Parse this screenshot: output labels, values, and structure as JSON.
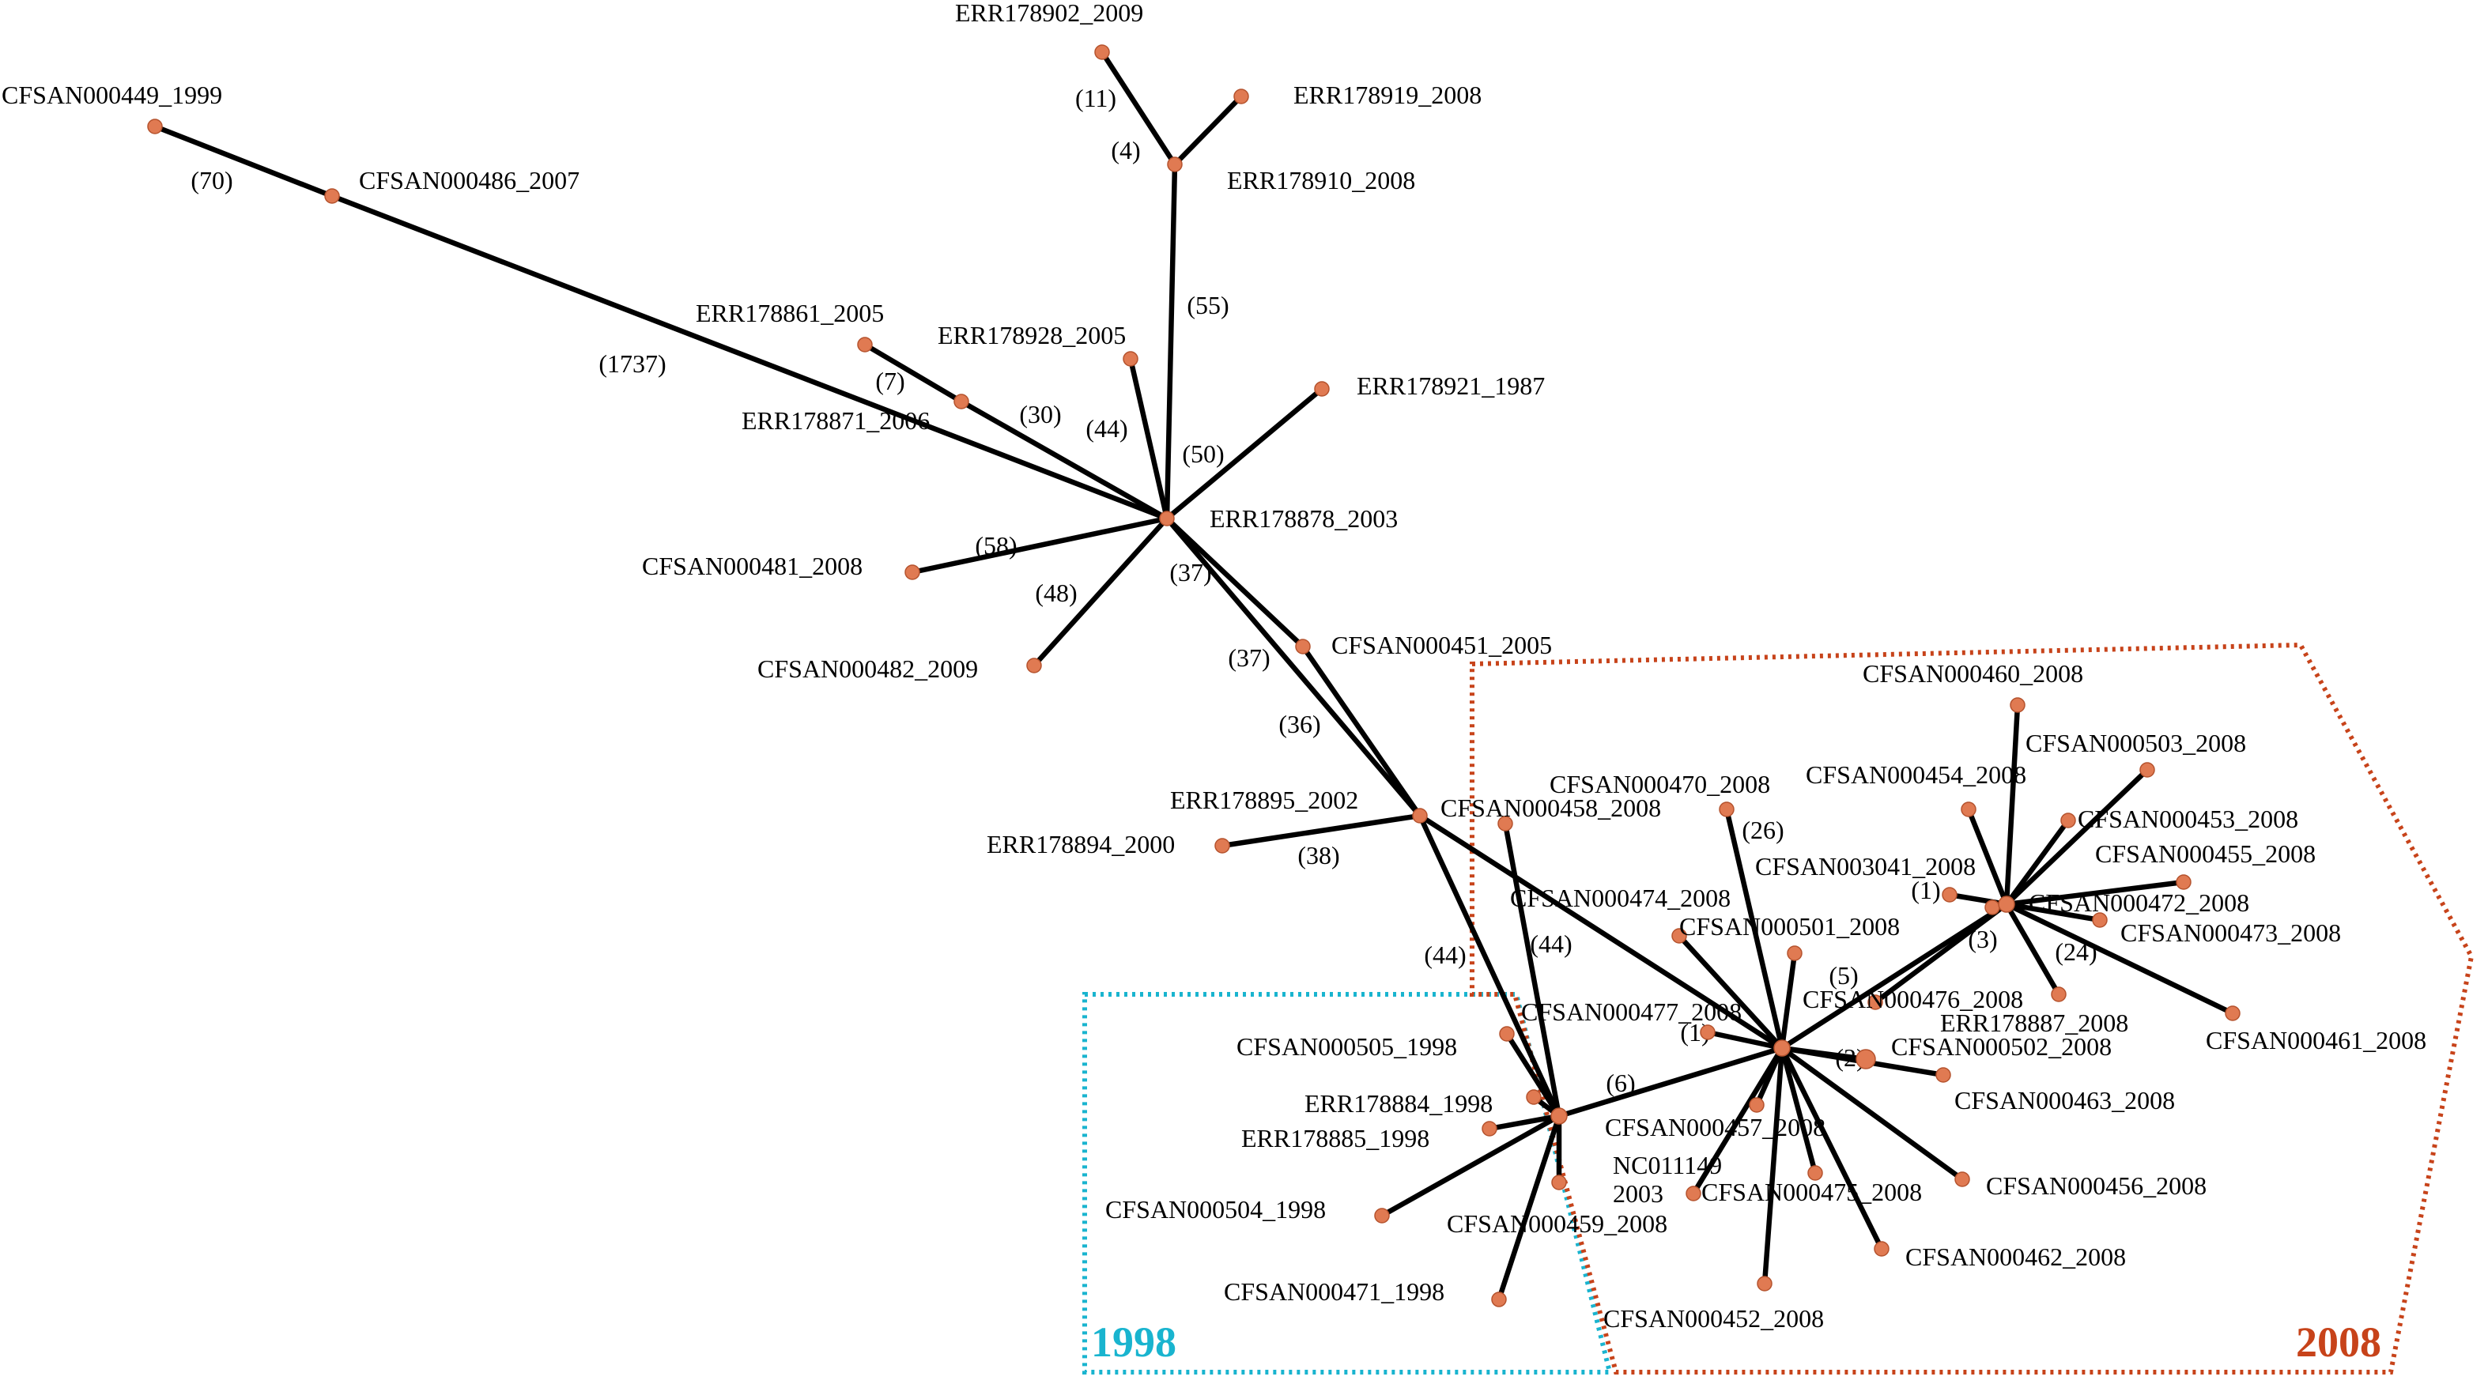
{
  "colors": {
    "node_fill": "#e07a52",
    "edge": "#000000",
    "region_1998": "#19b4cf",
    "region_2008": "#c7431a"
  },
  "regions": [
    {
      "id": "r1998",
      "label": "1998",
      "color": "#19b4cf"
    },
    {
      "id": "r2008",
      "label": "2008",
      "color": "#c7431a"
    }
  ],
  "nodes": {
    "n449": {
      "label": "CFSAN000449_1999"
    },
    "n486": {
      "label": "CFSAN000486_2007"
    },
    "n902": {
      "label": "ERR178902_2009"
    },
    "n919": {
      "label": "ERR178919_2008"
    },
    "n910": {
      "label": "ERR178910_2008"
    },
    "n861": {
      "label": "ERR178861_2005"
    },
    "n871": {
      "label": "ERR178871_2006"
    },
    "n928": {
      "label": "ERR178928_2005"
    },
    "n921": {
      "label": "ERR178921_1987"
    },
    "n878": {
      "label": "ERR178878_2003"
    },
    "n481": {
      "label": "CFSAN000481_2008"
    },
    "n482": {
      "label": "CFSAN000482_2009"
    },
    "n451": {
      "label": "CFSAN000451_2005"
    },
    "n895": {
      "label": "ERR178895_2002"
    },
    "n894": {
      "label": "ERR178894_2000"
    },
    "n458": {
      "label": "CFSAN000458_2008"
    },
    "n470": {
      "label": "CFSAN000470_2008"
    },
    "n454": {
      "label": "CFSAN000454_2008"
    },
    "n460": {
      "label": "CFSAN000460_2008"
    },
    "n503": {
      "label": "CFSAN000503_2008"
    },
    "n453": {
      "label": "CFSAN000453_2008"
    },
    "n455": {
      "label": "CFSAN000455_2008"
    },
    "n3041": {
      "label": "CFSAN003041_2008"
    },
    "n472": {
      "label": "CFSAN000472_2008"
    },
    "n473": {
      "label": "CFSAN000473_2008"
    },
    "n474": {
      "label": "CFSAN000474_2008"
    },
    "n501": {
      "label": "CFSAN000501_2008"
    },
    "n476": {
      "label": "CFSAN000476_2008"
    },
    "n887": {
      "label": "ERR178887_2008"
    },
    "n461": {
      "label": "CFSAN000461_2008"
    },
    "n477": {
      "label": "CFSAN000477_2008"
    },
    "n502": {
      "label": "CFSAN000502_2008"
    },
    "n463": {
      "label": "CFSAN000463_2008"
    },
    "n505": {
      "label": "CFSAN000505_1998"
    },
    "n884": {
      "label": "ERR178884_1998"
    },
    "n885": {
      "label": "ERR178885_1998"
    },
    "n457": {
      "label": "CFSAN000457_2008"
    },
    "nNC": {
      "label": "NC011149",
      "label2": "2003"
    },
    "n475": {
      "label": "CFSAN000475_2008"
    },
    "n456": {
      "label": "CFSAN000456_2008"
    },
    "n504": {
      "label": "CFSAN000504_1998"
    },
    "n459": {
      "label": "CFSAN000459_2008"
    },
    "n462": {
      "label": "CFSAN000462_2008"
    },
    "n471": {
      "label": "CFSAN000471_1998"
    },
    "n452": {
      "label": "CFSAN000452_2008"
    },
    "hubA": {
      "label": ""
    },
    "hubB": {
      "label": ""
    },
    "hubC": {
      "label": ""
    }
  },
  "edges": [
    {
      "from": "n449",
      "to": "n486",
      "weight": "(70)"
    },
    {
      "from": "n486",
      "to": "n878",
      "weight": "(1737)"
    },
    {
      "from": "n902",
      "to": "n910",
      "weight": "(11)"
    },
    {
      "from": "n919",
      "to": "n910",
      "weight": "(4)"
    },
    {
      "from": "n910",
      "to": "n878",
      "weight": "(55)"
    },
    {
      "from": "n861",
      "to": "n871",
      "weight": "(7)"
    },
    {
      "from": "n871",
      "to": "n878",
      "weight": "(30)"
    },
    {
      "from": "n928",
      "to": "n878",
      "weight": "(44)"
    },
    {
      "from": "n921",
      "to": "n878",
      "weight": "(50)"
    },
    {
      "from": "n481",
      "to": "n878",
      "weight": "(58)"
    },
    {
      "from": "n482",
      "to": "n878",
      "weight": "(48)"
    },
    {
      "from": "n878",
      "to": "n451",
      "weight": "(37)"
    },
    {
      "from": "n878",
      "to": "n895",
      "weight": "(37)"
    },
    {
      "from": "n451",
      "to": "n895",
      "weight": "(36)"
    },
    {
      "from": "n894",
      "to": "n895",
      "weight": "(38)"
    },
    {
      "from": "n895",
      "to": "hubA",
      "weight": "(44)"
    },
    {
      "from": "n895",
      "to": "hubB",
      "weight": "(44)"
    },
    {
      "from": "n458",
      "to": "hubA",
      "weight": ""
    },
    {
      "from": "n470",
      "to": "hubB",
      "weight": "(26)"
    },
    {
      "from": "n474",
      "to": "hubB",
      "weight": ""
    },
    {
      "from": "n501",
      "to": "hubB",
      "weight": "(5)"
    },
    {
      "from": "n477",
      "to": "hubB",
      "weight": "(1)"
    },
    {
      "from": "hubB",
      "to": "hubC",
      "weight": ""
    },
    {
      "from": "hubB",
      "to": "n502",
      "weight": "(2)"
    },
    {
      "from": "hubB",
      "to": "n463",
      "weight": ""
    },
    {
      "from": "hubB",
      "to": "n456",
      "weight": ""
    },
    {
      "from": "hubB",
      "to": "n462",
      "weight": ""
    },
    {
      "from": "hubB",
      "to": "n475",
      "weight": ""
    },
    {
      "from": "hubB",
      "to": "n452",
      "weight": ""
    },
    {
      "from": "hubB",
      "to": "nNC",
      "weight": ""
    },
    {
      "from": "hubB",
      "to": "n457",
      "weight": ""
    },
    {
      "from": "hubB",
      "to": "hubA",
      "weight": "(6)"
    },
    {
      "from": "n454",
      "to": "hubC",
      "weight": ""
    },
    {
      "from": "n460",
      "to": "hubC",
      "weight": ""
    },
    {
      "from": "n503",
      "to": "hubC",
      "weight": ""
    },
    {
      "from": "n453",
      "to": "hubC",
      "weight": ""
    },
    {
      "from": "n455",
      "to": "hubC",
      "weight": ""
    },
    {
      "from": "n3041",
      "to": "hubC",
      "weight": "(1)"
    },
    {
      "from": "n472",
      "to": "hubC",
      "weight": ""
    },
    {
      "from": "n473",
      "to": "hubC",
      "weight": ""
    },
    {
      "from": "n476",
      "to": "hubC",
      "weight": "(3)"
    },
    {
      "from": "n887",
      "to": "hubC",
      "weight": ""
    },
    {
      "from": "n461",
      "to": "hubC",
      "weight": "(24)"
    },
    {
      "from": "n505",
      "to": "hubA",
      "weight": ""
    },
    {
      "from": "n884",
      "to": "hubA",
      "weight": ""
    },
    {
      "from": "n885",
      "to": "hubA",
      "weight": ""
    },
    {
      "from": "n504",
      "to": "hubA",
      "weight": ""
    },
    {
      "from": "n459",
      "to": "hubA",
      "weight": ""
    },
    {
      "from": "n471",
      "to": "hubA",
      "weight": ""
    }
  ]
}
